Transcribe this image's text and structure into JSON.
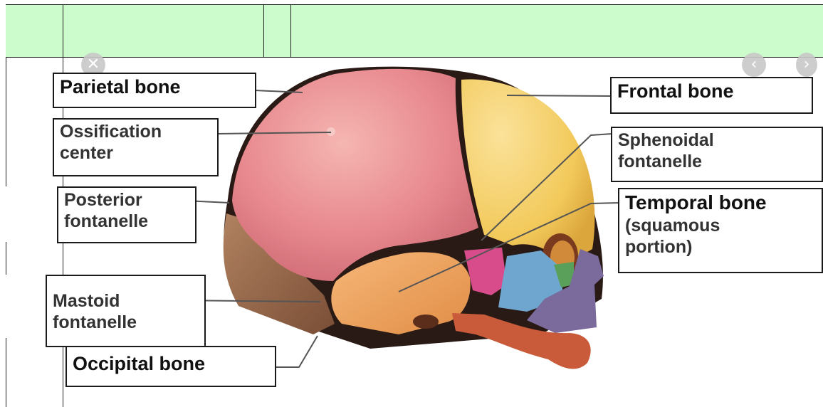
{
  "labels": {
    "parietal_bone": "Parietal bone",
    "ossification_center_line1": "Ossification",
    "ossification_center_line2": "center",
    "posterior_fontanelle_line1": "Posterior",
    "posterior_fontanelle_line2": "fontanelle",
    "mastoid_fontanelle_line1": "Mastoid",
    "mastoid_fontanelle_line2": "fontanelle",
    "occipital_bone": "Occipital bone",
    "frontal_bone": "Frontal bone",
    "sphenoidal_fontanelle_line1": "Sphenoidal",
    "sphenoidal_fontanelle_line2": "fontanelle",
    "temporal_bone_line1": "Temporal bone",
    "temporal_bone_line2": "(squamous",
    "temporal_bone_line3": "portion)"
  },
  "controls": {
    "close_glyph": "✕",
    "prev_glyph": "‹",
    "next_glyph": "›"
  },
  "icons": [
    "close-icon",
    "chevron-left-icon",
    "chevron-right-icon"
  ],
  "colors": {
    "header_row": "#ccfccc",
    "parietal": "#e58a90",
    "frontal": "#f2c95a",
    "occipital": "#9a6a4c",
    "temporal": "#f0a15c",
    "sphenoid": "#d84c8c",
    "zygomatic": "#6fa6cf",
    "maxilla": "#7b6a9c",
    "mandible": "#c95a3a"
  }
}
